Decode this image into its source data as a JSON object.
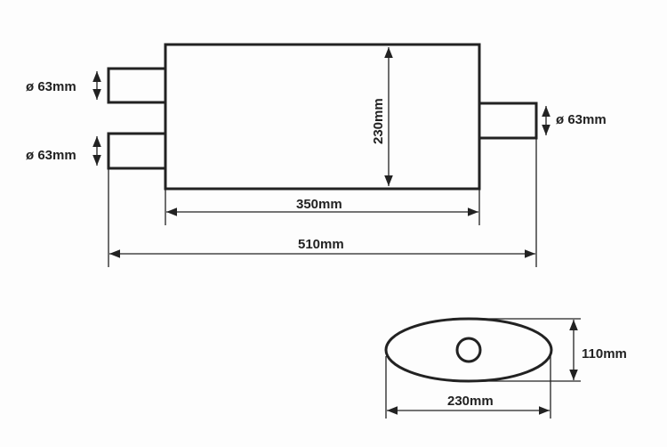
{
  "title": "Muffler dimensions drawing",
  "labels": {
    "inlet_top_diameter": "ø 63mm",
    "inlet_bottom_diameter": "ø 63mm",
    "outlet_diameter": "ø 63mm",
    "body_height": "230mm",
    "body_length": "350mm",
    "overall_length": "510mm",
    "oval_height": "110mm",
    "oval_width": "230mm"
  },
  "colors": {
    "line": "#222222",
    "background": "#fdfdfd"
  }
}
